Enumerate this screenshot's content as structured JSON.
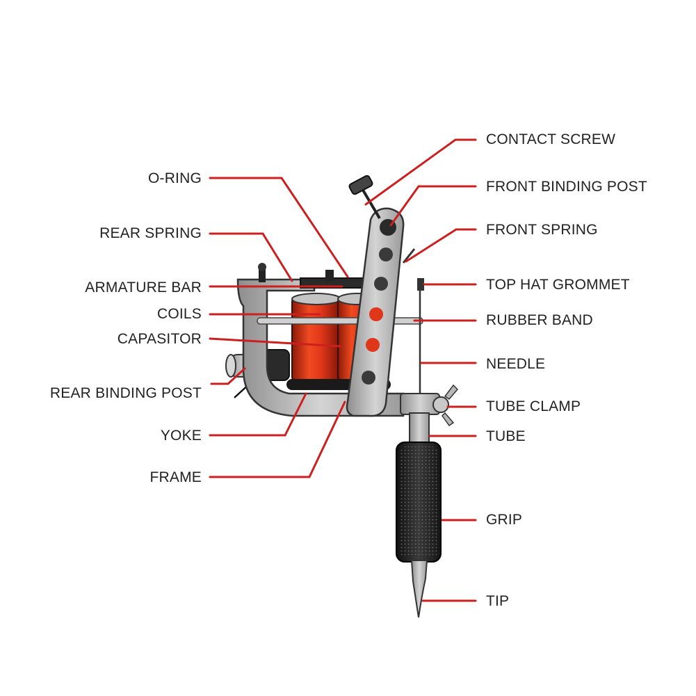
{
  "labels": {
    "left": {
      "o_ring": "O-RING",
      "rear_spring": "REAR SPRING",
      "armature_bar": "ARMATURE BAR",
      "coils": "COILS",
      "capasitor": "CAPASITOR",
      "rear_binding_post": "REAR BINDING POST",
      "yoke": "YOKE",
      "frame": "FRAME"
    },
    "right": {
      "contact_screw": "CONTACT SCREW",
      "front_binding_post": "FRONT BINDING POST",
      "front_spring": "FRONT SPRING",
      "top_hat_grommet": "TOP HAT GROMMET",
      "rubber_band": "RUBBER BAND",
      "needle": "NEEDLE",
      "tube_clamp": "TUBE CLAMP",
      "tube": "TUBE",
      "grip": "GRIP",
      "tip": "TIP"
    }
  },
  "colors": {
    "leader": "#cc1f1f",
    "coil": "#e0361a",
    "frame": "#b9b9b9",
    "grip": "#2b2b2b",
    "text": "#222222"
  }
}
